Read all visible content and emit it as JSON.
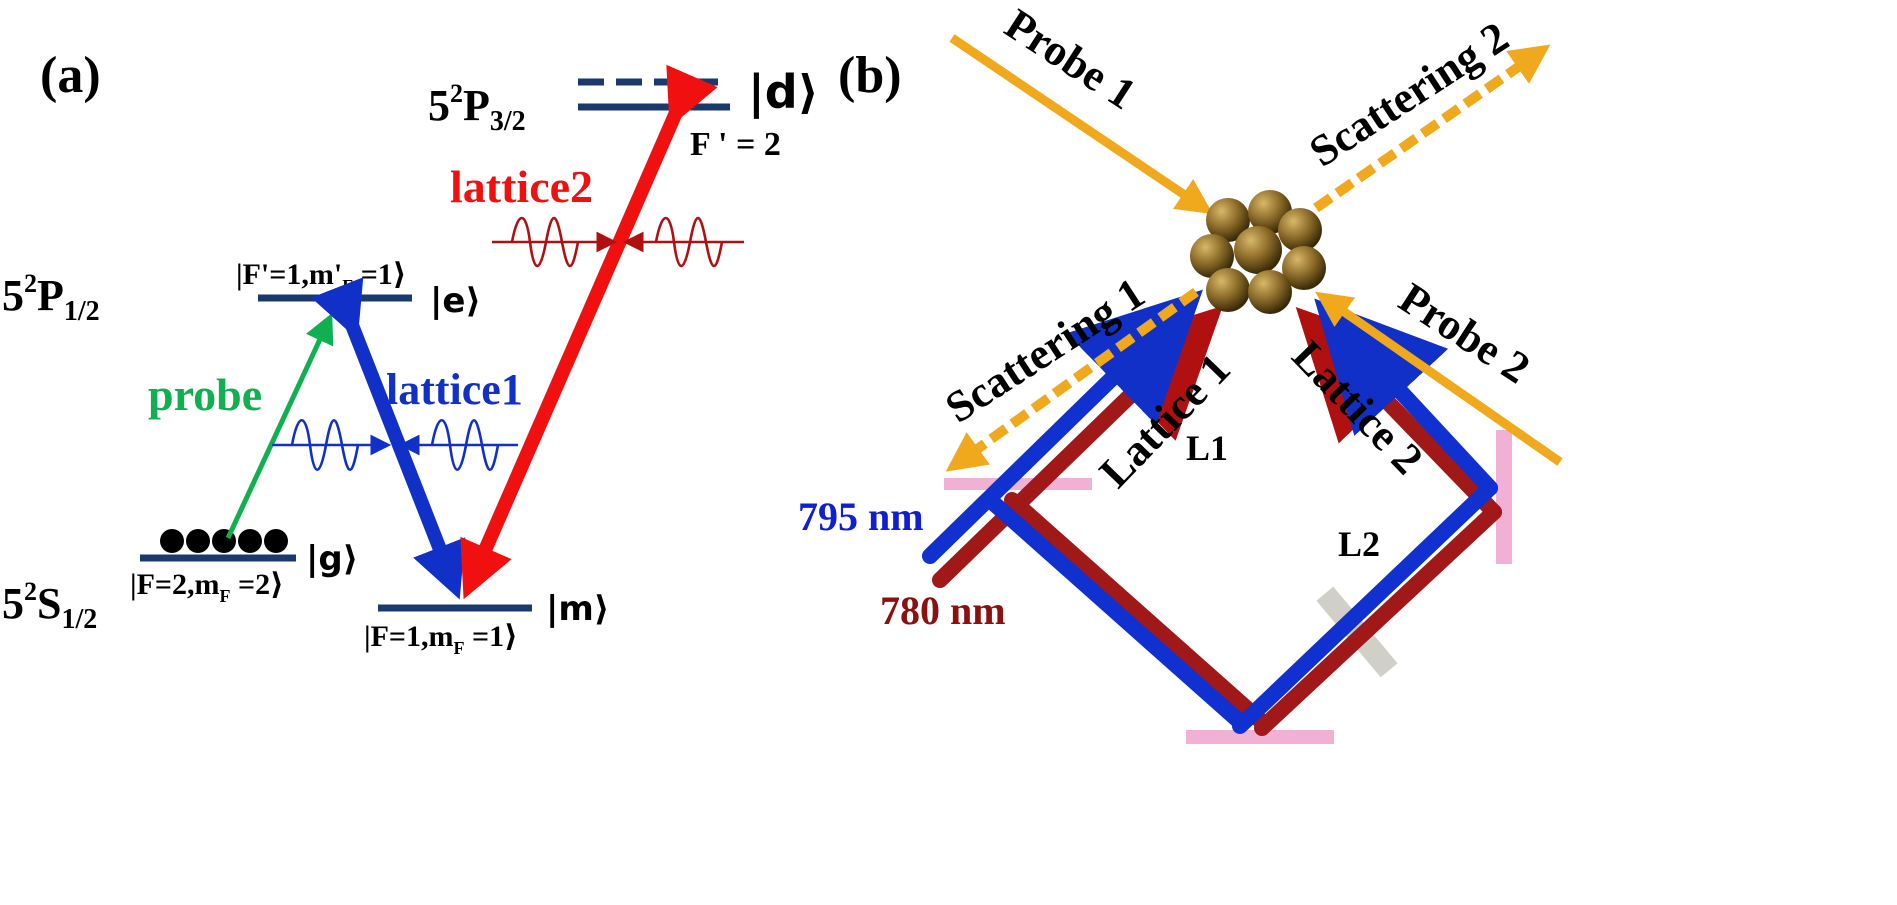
{
  "panel_a": {
    "label": "(a)",
    "states": {
      "p32": {
        "term": "5",
        "sup": "2",
        "letter": "P",
        "sub": "3/2"
      },
      "p12": {
        "term": "5",
        "sup": "2",
        "letter": "P",
        "sub": "1/2"
      },
      "s12": {
        "term": "5",
        "sup": "2",
        "letter": "S",
        "sub": "1/2"
      }
    },
    "levels": {
      "d": {
        "ket": "|d⟩",
        "note": "F ' = 2"
      },
      "e": {
        "ket": "|e⟩",
        "note_pre": "|F'=1,m'",
        "note_sub": "F",
        "note_post": " =1⟩"
      },
      "g": {
        "ket": "|g⟩",
        "note_pre": "|F=2,m",
        "note_sub": "F",
        "note_post": " =2⟩"
      },
      "m": {
        "ket": "|m⟩",
        "note_pre": "|F=1,m",
        "note_sub": "F",
        "note_post": " =1⟩"
      }
    },
    "transitions": {
      "probe": {
        "label": "probe",
        "color": "#10b050"
      },
      "lattice1": {
        "label": "lattice1",
        "color": "#1030c8"
      },
      "lattice2": {
        "label": "lattice2",
        "color": "#f01010"
      }
    },
    "level_color": "#1a3a6e",
    "atom_count": 5
  },
  "panel_b": {
    "label": "(b)",
    "beams": {
      "probe1": "Probe 1",
      "probe2": "Probe 2",
      "scattering1": "Scattering 1",
      "scattering2": "Scattering 2",
      "lattice1": "Lattice 1",
      "lattice2": "Lattice 2"
    },
    "lens_labels": {
      "l1": "L1",
      "l2": "L2"
    },
    "wavelengths": {
      "w795": {
        "text": "795 nm",
        "color": "#1020d0"
      },
      "w780": {
        "text": "780 nm",
        "color": "#8b1010"
      }
    },
    "colors": {
      "probe": "#f0a81c",
      "blue_beam": "#1030d0",
      "red_beam": "#a01818",
      "mirror": "#f0a8d0",
      "cloud": "#8a6a28"
    }
  }
}
